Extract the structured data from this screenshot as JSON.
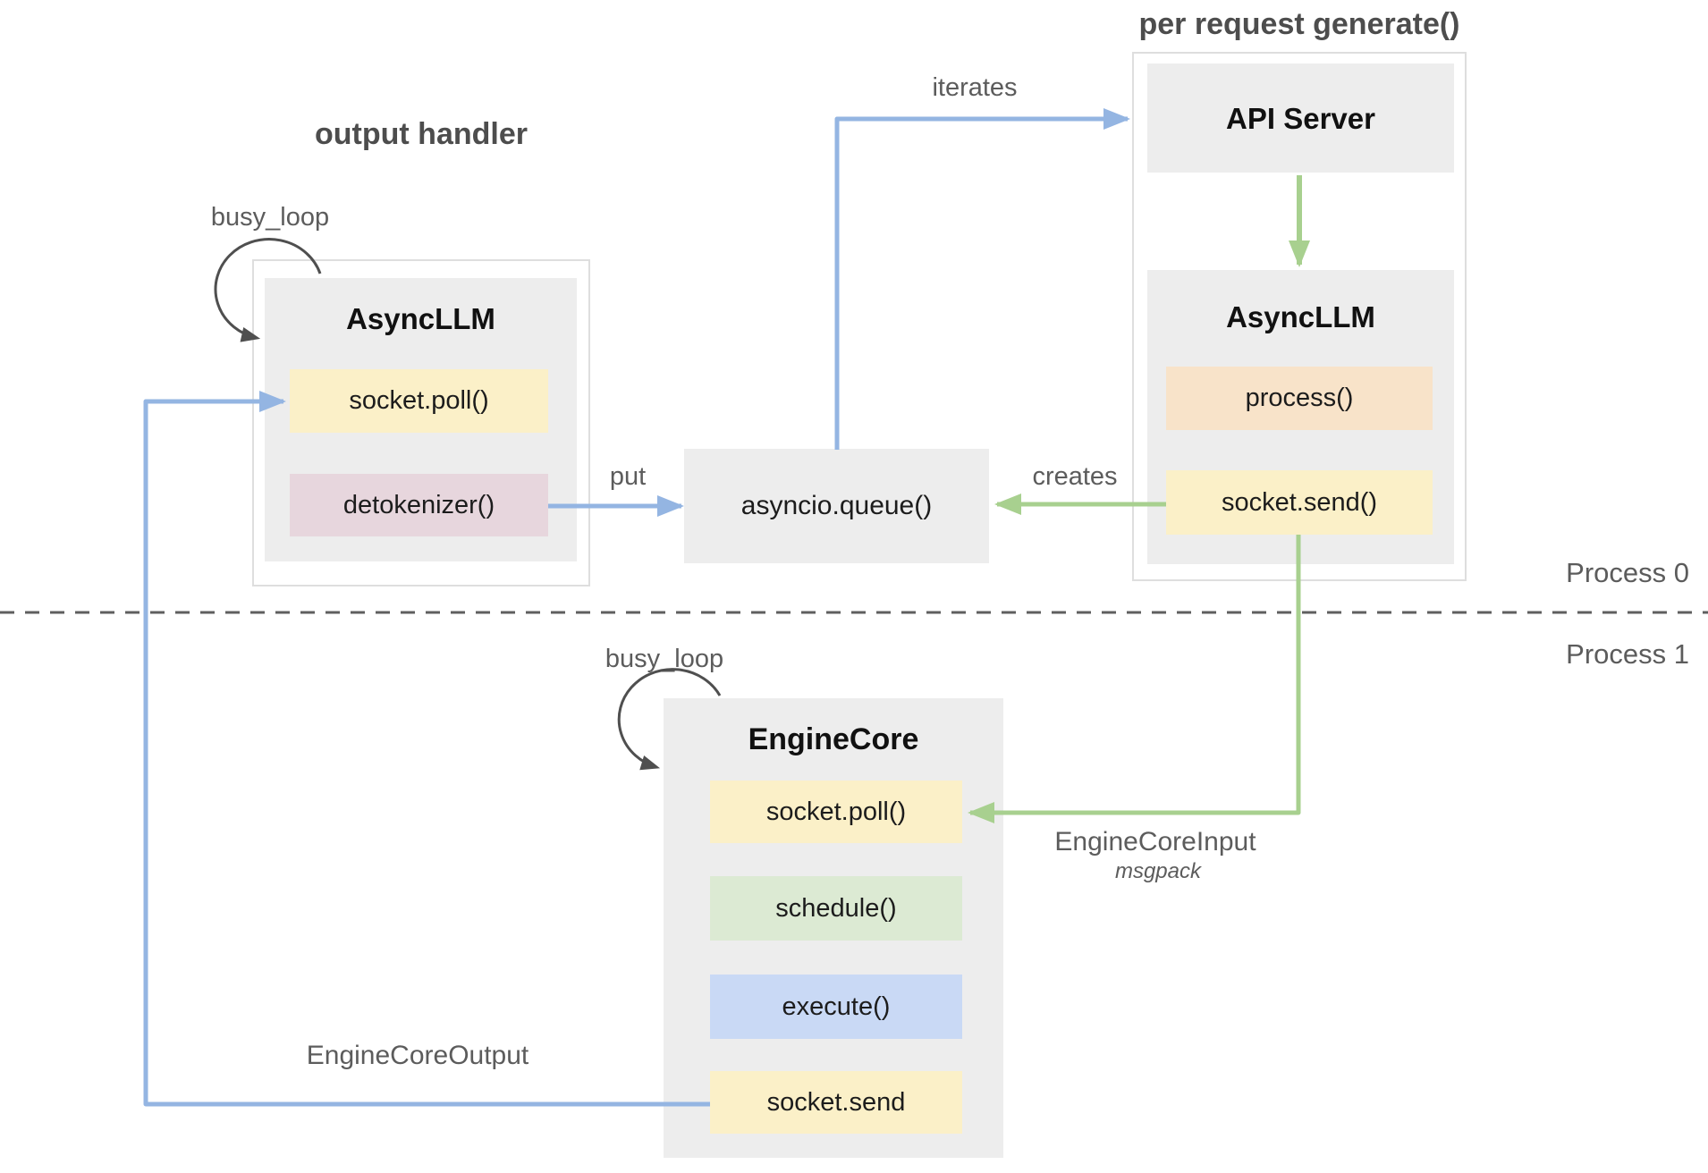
{
  "colors": {
    "arrow_blue": "#94b5e2",
    "arrow_green": "#a8d08f",
    "loop_dark": "#4f4f4f",
    "divider": "#5f5f5f",
    "section_title": "#4d4d4d",
    "annotation_text": "#5c5c5c",
    "box_text": "#1c1c1c",
    "node_bg": "#ededed",
    "frame_border": "#dedede",
    "yellow": "#fbf0c8",
    "pink": "#e7d6dd",
    "orange": "#f8e3c9",
    "green": "#dcead3",
    "blue": "#c9d9f5"
  },
  "labels": {
    "output_handler": "output handler",
    "per_request_generate": "per request generate()",
    "busy_loop_top": "busy_loop",
    "busy_loop_bottom": "busy_loop",
    "iterates": "iterates",
    "put": "put",
    "creates": "creates",
    "process0": "Process 0",
    "process1": "Process 1",
    "engine_core_input": "EngineCoreInput",
    "engine_core_input_format": "msgpack",
    "engine_core_output": "EngineCoreOutput"
  },
  "nodes": {
    "left_asyncllm": {
      "title": "AsyncLLM",
      "socket_poll": "socket.poll()",
      "detokenizer": "detokenizer()"
    },
    "queue": {
      "label": "asyncio.queue()"
    },
    "api_server": {
      "title": "API Server"
    },
    "right_asyncllm": {
      "title": "AsyncLLM",
      "process": "process()",
      "socket_send": "socket.send()"
    },
    "engine_core": {
      "title": "EngineCore",
      "socket_poll": "socket.poll()",
      "schedule": "schedule()",
      "execute": "execute()",
      "socket_send": "socket.send"
    }
  }
}
